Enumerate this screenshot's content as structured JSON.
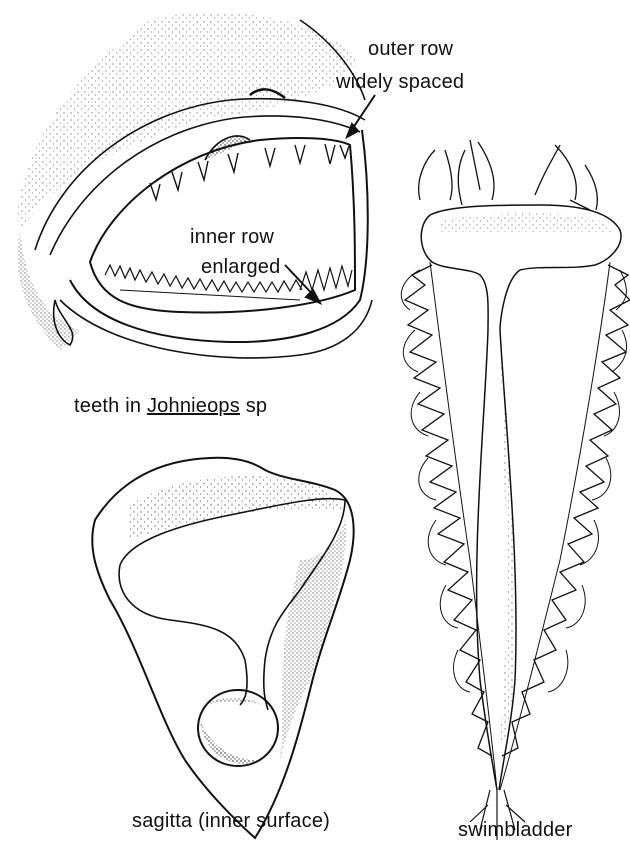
{
  "labels": {
    "outer_row_1": "outer row",
    "outer_row_2": "widely spaced",
    "inner_row_1": "inner row",
    "inner_row_2": "enlarged",
    "teeth_prefix": "teeth in ",
    "teeth_genus": "Johnieops",
    "teeth_suffix": " sp",
    "sagitta": "sagitta (inner surface)",
    "swimbladder": "swimbladder"
  },
  "colors": {
    "ink": "#111111",
    "background": "#ffffff"
  }
}
